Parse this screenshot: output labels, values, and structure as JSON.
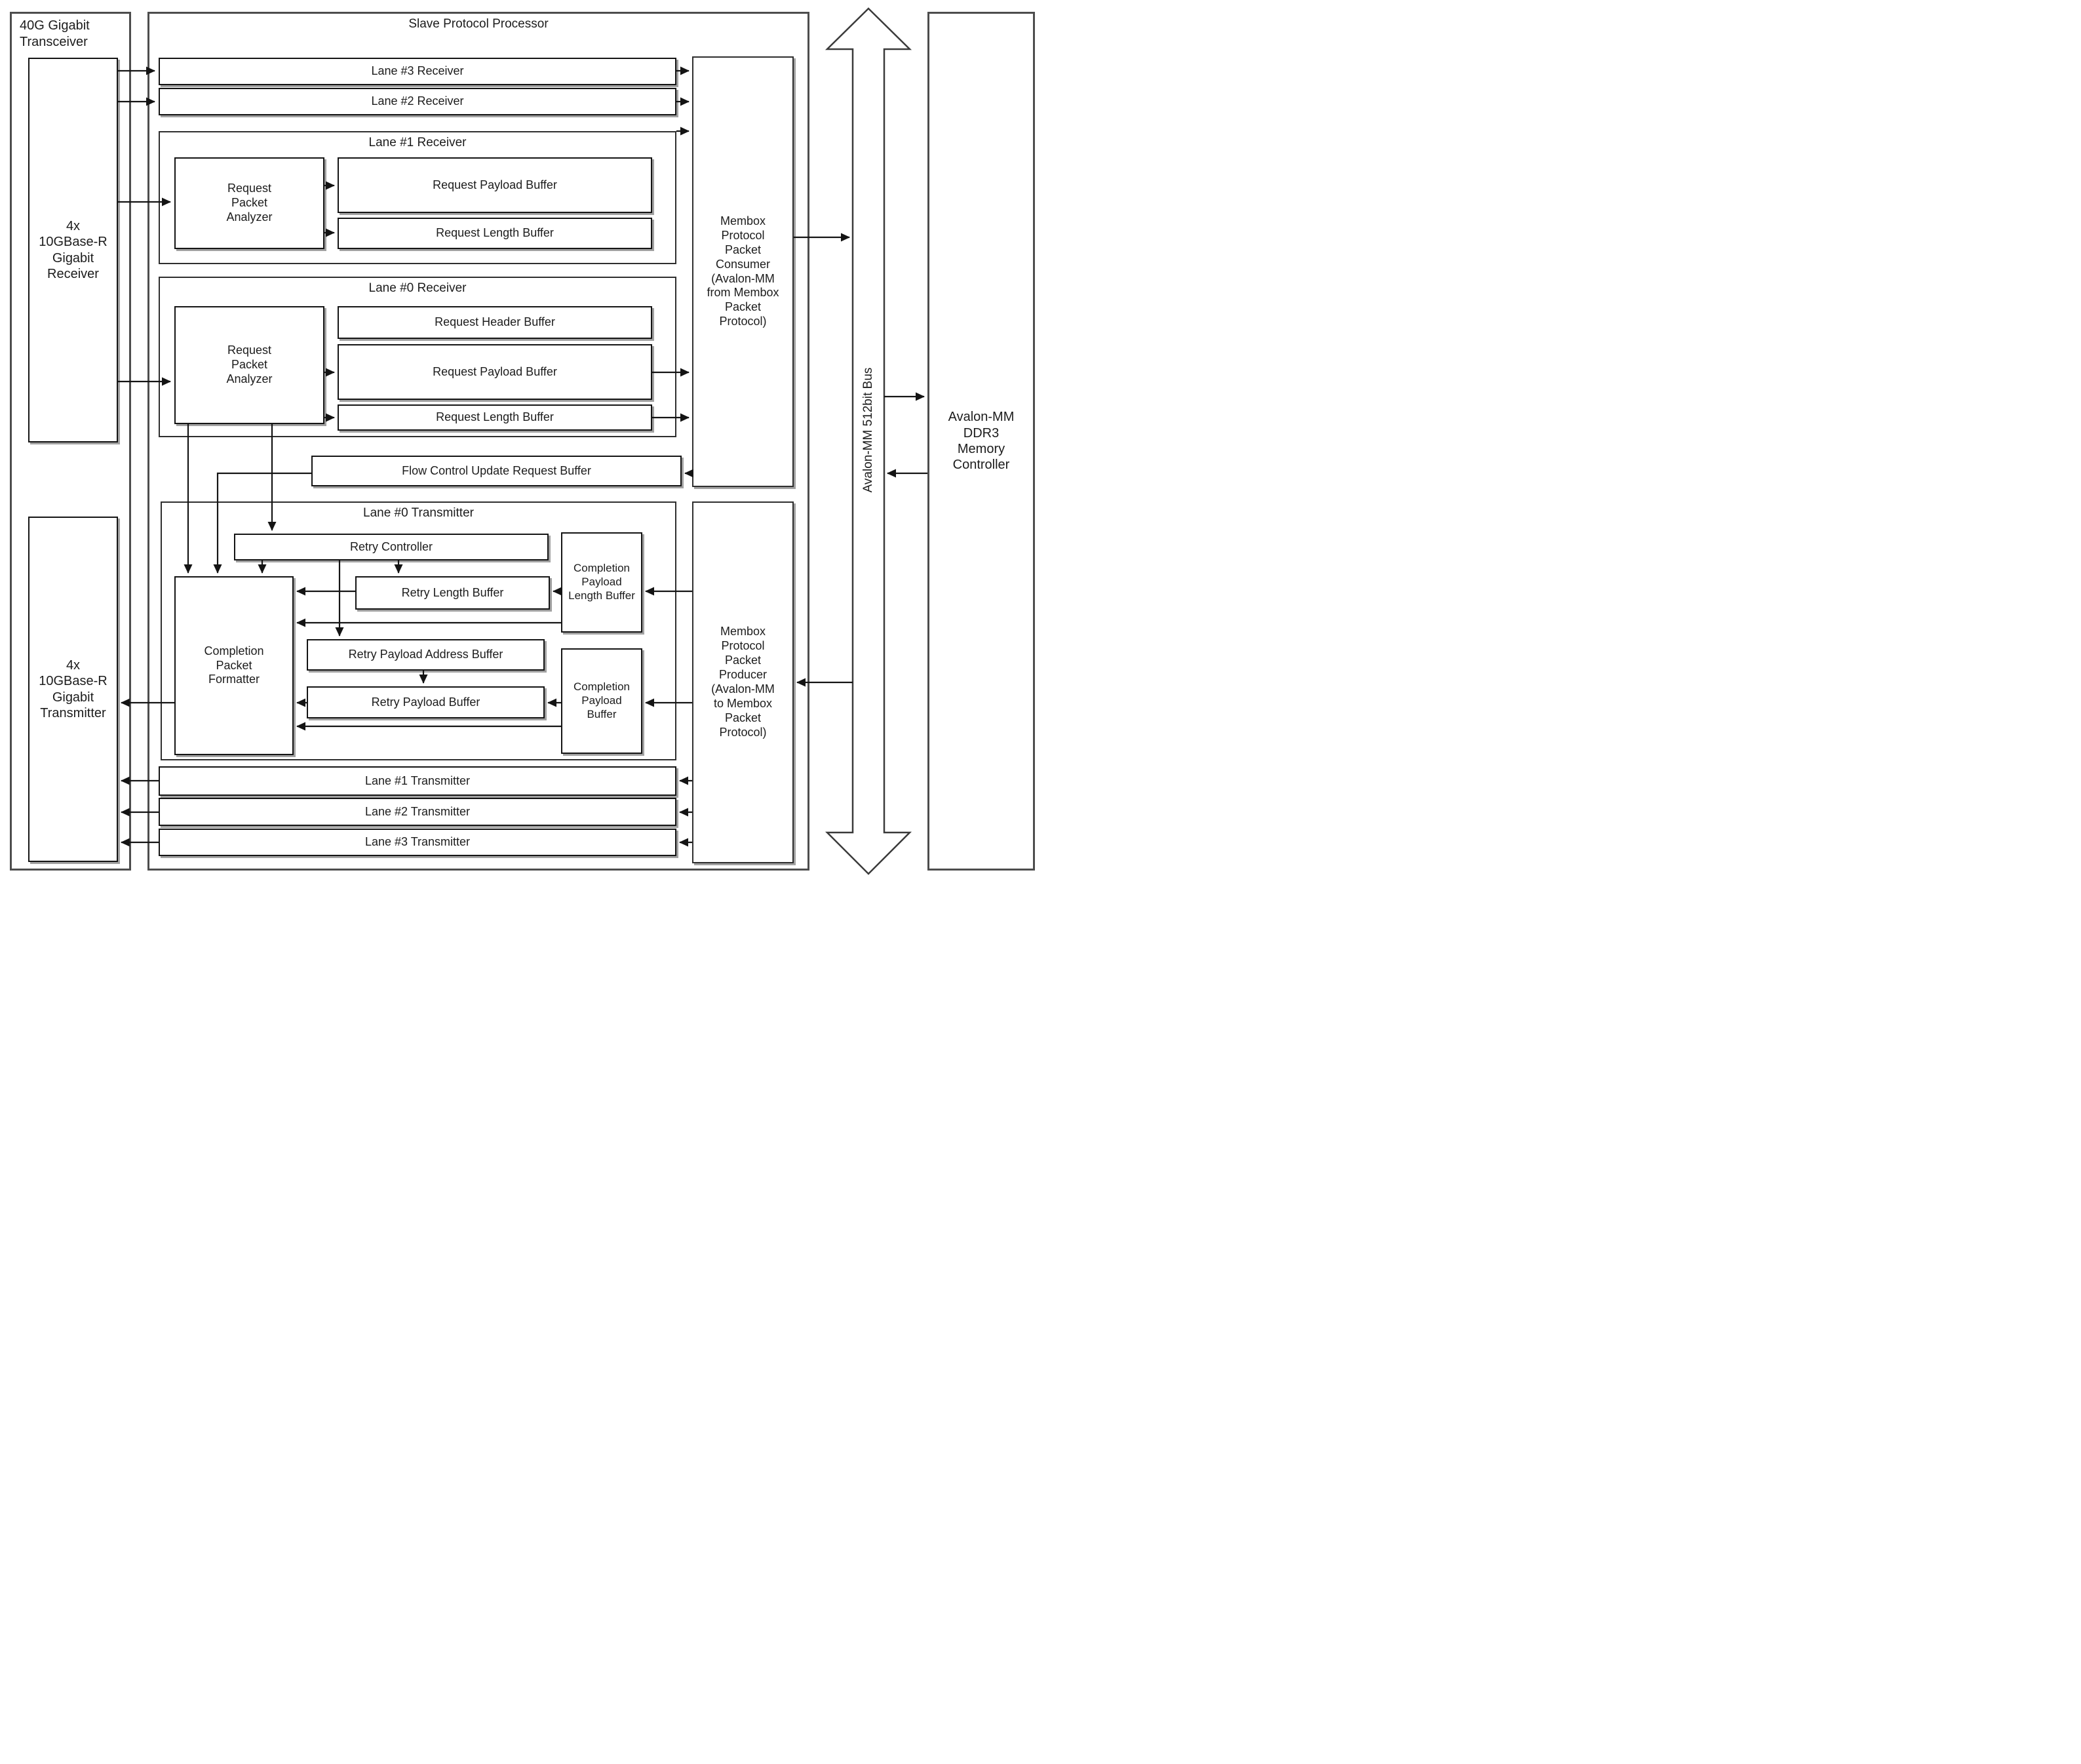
{
  "diagram": {
    "transceiver": {
      "title": "40G Gigabit\nTransceiver",
      "receiver_label": "4x\n10GBase-R\nGigabit\nReceiver",
      "transmitter_label": "4x\n10GBase-R\nGigabit\nTransmitter"
    },
    "slave": {
      "title": "Slave Protocol Processor",
      "lane3_receiver": "Lane #3 Receiver",
      "lane2_receiver": "Lane #2 Receiver",
      "lane1_receiver": {
        "title": "Lane #1 Receiver",
        "analyzer": "Request\nPacket\nAnalyzer",
        "payload_buffer": "Request Payload Buffer",
        "length_buffer": "Request Length Buffer"
      },
      "lane0_receiver": {
        "title": "Lane #0 Receiver",
        "analyzer": "Request\nPacket\nAnalyzer",
        "header_buffer": "Request Header Buffer",
        "payload_buffer": "Request Payload Buffer",
        "length_buffer": "Request Length Buffer"
      },
      "flow_control_buffer": "Flow Control Update Request Buffer",
      "lane0_transmitter": {
        "title": "Lane #0 Transmitter",
        "retry_controller": "Retry Controller",
        "retry_length_buffer": "Retry Length Buffer",
        "completion_payload_length_buffer": "Completion\nPayload\nLength Buffer",
        "completion_packet_formatter": "Completion\nPacket\nFormatter",
        "retry_payload_address_buffer": "Retry Payload Address Buffer",
        "retry_payload_buffer": "Retry Payload Buffer",
        "completion_payload_buffer": "Completion\nPayload\nBuffer"
      },
      "lane1_transmitter": "Lane #1 Transmitter",
      "lane2_transmitter": "Lane #2 Transmitter",
      "lane3_transmitter": "Lane #3 Transmitter",
      "packet_consumer": "Membox\nProtocol\nPacket\nConsumer\n(Avalon-MM\nfrom Membox\nPacket\nProtocol)",
      "packet_producer": "Membox\nProtocol\nPacket\nProducer\n(Avalon-MM\nto Membox\nPacket\nProtocol)"
    },
    "bus": {
      "label": "Avalon-MM 512bit Bus"
    },
    "memory_controller": {
      "label": "Avalon-MM\nDDR3\nMemory\nController"
    },
    "colors": {
      "line": "#1a1a1a",
      "shadow": "#919191",
      "background": "#ffffff"
    }
  }
}
